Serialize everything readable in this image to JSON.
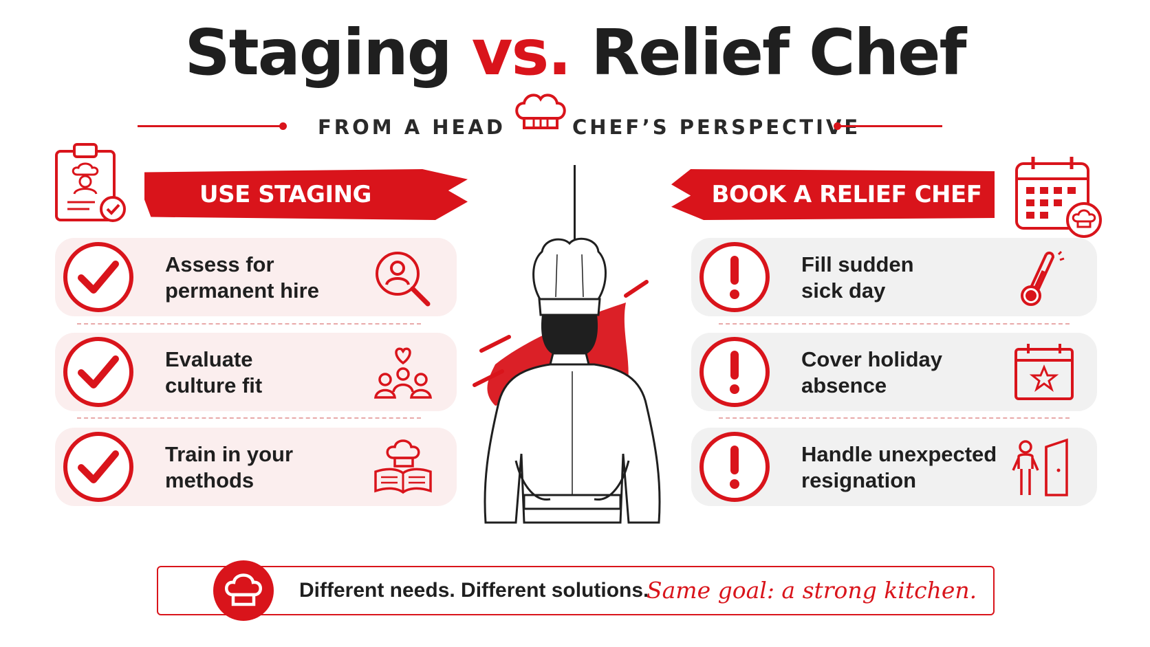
{
  "header": {
    "title_part1": "Staging",
    "title_vs": "vs.",
    "title_part2": "Relief Chef",
    "subtitle_left": "FROM A HEAD",
    "subtitle_right": "CHEF’S PERSPECTIVE"
  },
  "left": {
    "banner": "USE STAGING",
    "header_icon": "clipboard-chef-check-icon",
    "items": [
      {
        "text": "Assess for\npermanent hire",
        "icon": "magnifier-person-icon"
      },
      {
        "text": "Evaluate\nculture fit",
        "icon": "team-heart-icon"
      },
      {
        "text": "Train in your\nmethods",
        "icon": "chef-hat-book-icon"
      }
    ]
  },
  "right": {
    "banner": "BOOK A RELIEF CHEF",
    "header_icon": "calendar-chef-icon",
    "items": [
      {
        "text": "Fill sudden\nsick day",
        "icon": "thermometer-icon"
      },
      {
        "text": "Cover holiday\nabsence",
        "icon": "calendar-star-icon"
      },
      {
        "text": "Handle unexpected\nresignation",
        "icon": "person-exit-door-icon"
      }
    ]
  },
  "footer": {
    "text": "Different needs. Different solutions.",
    "script": "Same goal: a strong kitchen."
  },
  "colors": {
    "accent": "#d9141b",
    "text": "#1f1f1f",
    "left_card": "#fbeeee",
    "right_card": "#f1f1f1"
  }
}
